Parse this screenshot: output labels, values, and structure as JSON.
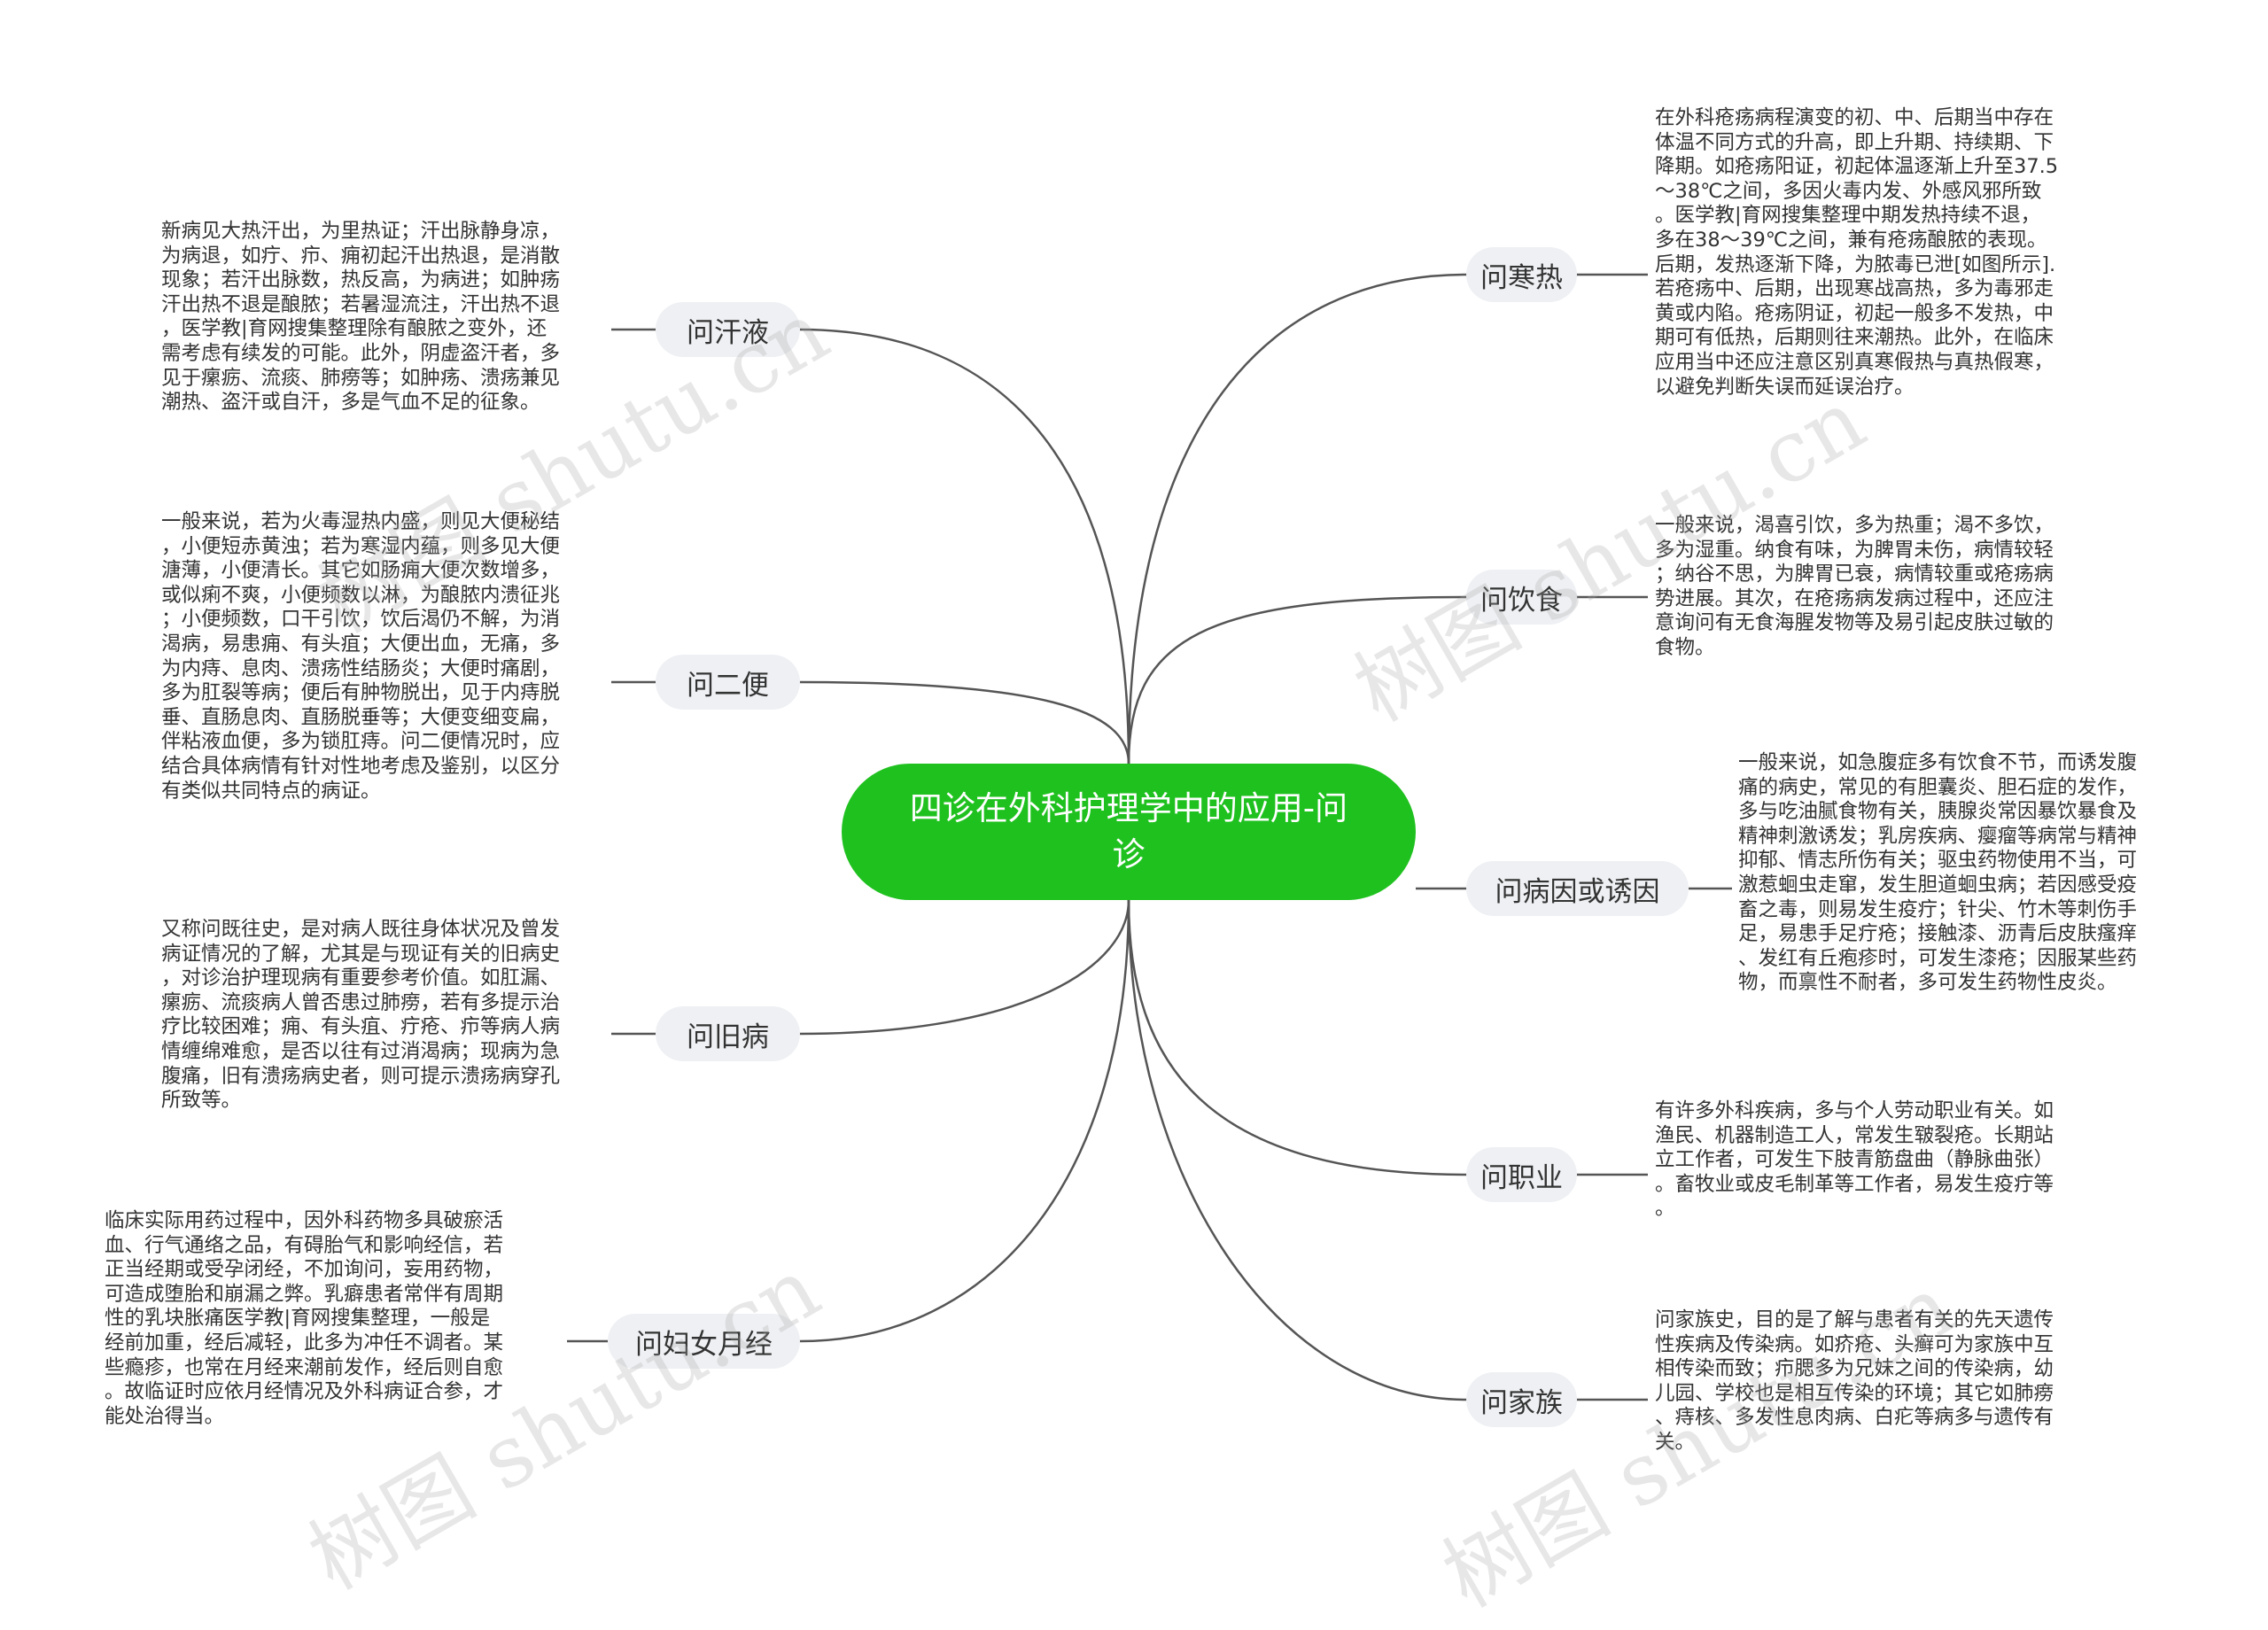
{
  "title": "四诊在外科护理学中的应用-问诊",
  "watermark": "树图 shutu.cn",
  "colors": {
    "root": "#1fc11f",
    "branch_bg": "#eef0f3",
    "line": "#555555",
    "text": "#333333"
  },
  "branches": {
    "hanre": {
      "label": "问寒热",
      "lines": [
        "在外科疮疡病程演变的初、中、后期当中存在",
        "体温不同方式的升高，即上升期、持续期、下",
        "降期。如疮疡阳证，初起体温逐渐上升至37.5",
        "～38℃之间，多因火毒内发、外感风邪所致",
        "。医学教|育网搜集整理中期发热持续不退，",
        "多在38～39℃之间，兼有疮疡酿脓的表现。",
        "后期，发热逐渐下降，为脓毒已泄[如图所示].",
        "若疮疡中、后期，出现寒战高热，多为毒邪走",
        "黄或内陷。疮疡阴证，初起一般多不发热，中",
        "期可有低热，后期则往来潮热。此外，在临床",
        "应用当中还应注意区别真寒假热与真热假寒，",
        "以避免判断失误而延误治疗。"
      ]
    },
    "yinshi": {
      "label": "问饮食",
      "lines": [
        "一般来说，渴喜引饮，多为热重；渴不多饮，",
        "多为湿重。纳食有味，为脾胃未伤，病情较轻",
        "；纳谷不思，为脾胃已衰，病情较重或疮疡病",
        "势进展。其次，在疮疡病发病过程中，还应注",
        "意询问有无食海腥发物等及易引起皮肤过敏的",
        "食物。"
      ]
    },
    "bingyin": {
      "label": "问病因或诱因",
      "lines": [
        "一般来说，如急腹症多有饮食不节，而诱发腹",
        "痛的病史，常见的有胆囊炎、胆石症的发作，",
        "多与吃油腻食物有关，胰腺炎常因暴饮暴食及",
        "精神刺激诱发；乳房疾病、瘿瘤等病常与精神",
        "抑郁、情志所伤有关；驱虫药物使用不当，可",
        "激惹蛔虫走窜，发生胆道蛔虫病；若因感受疫",
        "畜之毒，则易发生疫疔；针尖、竹木等刺伤手",
        "足，易患手足疔疮；接触漆、沥青后皮肤瘙痒",
        "、发红有丘疱疹时，可发生漆疮；因服某些药",
        "物，而禀性不耐者，多可发生药物性皮炎。"
      ]
    },
    "zhiye": {
      "label": "问职业",
      "lines": [
        "有许多外科疾病，多与个人劳动职业有关。如",
        "渔民、机器制造工人，常发生皲裂疮。长期站",
        "立工作者，可发生下肢青筋盘曲（静脉曲张）",
        "。畜牧业或皮毛制革等工作者，易发生疫疔等",
        "。"
      ]
    },
    "jiazu": {
      "label": "问家族",
      "lines": [
        "问家族史，目的是了解与患者有关的先天遗传",
        "性疾病及传染病。如疥疮、头癣可为家族中互",
        "相传染而致；疖腮多为兄妹之间的传染病，幼",
        "儿园、学校也是相互传染的环境；其它如肺痨",
        "、痔核、多发性息肉病、白疕等病多与遗传有",
        "关。"
      ]
    },
    "hanye": {
      "label": "问汗液",
      "lines": [
        "新病见大热汗出，为里热证；汗出脉静身凉，",
        "为病退，如疔、疖、痈初起汗出热退，是消散",
        "现象；若汗出脉数，热反高，为病进；如肿疡",
        "汗出热不退是酿脓；若暑湿流注，汗出热不退",
        "，医学教|育网搜集整理除有酿脓之变外，还",
        "需考虑有续发的可能。此外，阴虚盗汗者，多",
        "见于瘰疬、流痰、肺痨等；如肿疡、溃疡兼见",
        "潮热、盗汗或自汗，多是气血不足的征象。"
      ]
    },
    "erbian": {
      "label": "问二便",
      "lines": [
        "一般来说，若为火毒湿热内盛，则见大便秘结",
        "，小便短赤黄浊；若为寒湿内蕴，则多见大便",
        "溏薄，小便清长。其它如肠痈大便次数增多，",
        "或似痢不爽，小便频数以淋，为酿脓内溃征兆",
        "；小便频数，口干引饮，饮后渴仍不解，为消",
        "渴病，易患痈、有头疽；大便出血，无痛，多",
        "为内痔、息肉、溃疡性结肠炎；大便时痛剧，",
        "多为肛裂等病；便后有肿物脱出，见于内痔脱",
        "垂、直肠息肉、直肠脱垂等；大便变细变扁，",
        "伴粘液血便，多为锁肛痔。问二便情况时，应",
        "结合具体病情有针对性地考虑及鉴别，以区分",
        "有类似共同特点的病证。"
      ]
    },
    "jiubing": {
      "label": "问旧病",
      "lines": [
        "又称问既往史，是对病人既往身体状况及曾发",
        "病证情况的了解，尤其是与现证有关的旧病史",
        "，对诊治护理现病有重要参考价值。如肛漏、",
        "瘰疬、流痰病人曾否患过肺痨，若有多提示治",
        "疗比较困难；痈、有头疽、疔疮、疖等病人病",
        "情缠绵难愈，是否以往有过消渴病；现病为急",
        "腹痛，旧有溃疡病史者，则可提示溃疡病穿孔",
        "所致等。"
      ]
    },
    "yuejing": {
      "label": "问妇女月经",
      "lines": [
        "临床实际用药过程中，因外科药物多具破瘀活",
        "血、行气通络之品，有碍胎气和影响经信，若",
        "正当经期或受孕闭经，不加询问，妄用药物，",
        "可造成堕胎和崩漏之弊。乳癖患者常伴有周期",
        "性的乳块胀痛医学教|育网搜集整理，一般是",
        "经前加重，经后减轻，此多为冲任不调者。某",
        "些瘾疹，也常在月经来潮前发作，经后则自愈",
        "。故临证时应依月经情况及外科病证合参，才",
        "能处治得当。"
      ]
    }
  }
}
